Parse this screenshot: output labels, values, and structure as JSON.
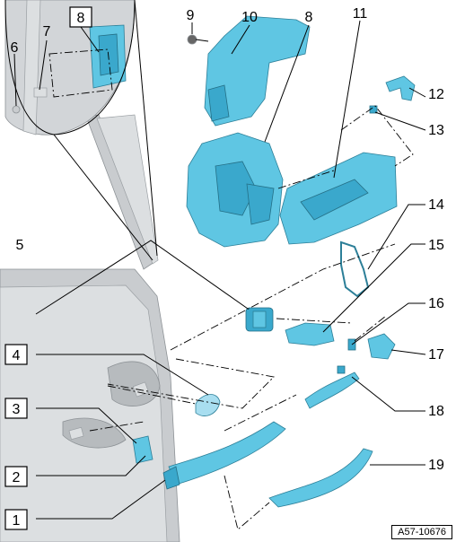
{
  "figure_id": "A57-10676",
  "callouts": [
    {
      "id": "c1",
      "label": "1"
    },
    {
      "id": "c2",
      "label": "2"
    },
    {
      "id": "c3",
      "label": "3"
    },
    {
      "id": "c4",
      "label": "4"
    },
    {
      "id": "c5",
      "label": "5"
    },
    {
      "id": "c6",
      "label": "6"
    },
    {
      "id": "c7",
      "label": "7"
    },
    {
      "id": "c8a",
      "label": "8"
    },
    {
      "id": "c8b",
      "label": "8"
    },
    {
      "id": "c9",
      "label": "9"
    },
    {
      "id": "c10",
      "label": "10"
    },
    {
      "id": "c11",
      "label": "11"
    },
    {
      "id": "c12",
      "label": "12"
    },
    {
      "id": "c13",
      "label": "13"
    },
    {
      "id": "c14",
      "label": "14"
    },
    {
      "id": "c15",
      "label": "15"
    },
    {
      "id": "c16",
      "label": "16"
    },
    {
      "id": "c17",
      "label": "17"
    },
    {
      "id": "c18",
      "label": "18"
    },
    {
      "id": "c19",
      "label": "19"
    }
  ],
  "colors": {
    "part": "#5fc6e3",
    "door": "#c9cccf",
    "line": "#000000"
  }
}
